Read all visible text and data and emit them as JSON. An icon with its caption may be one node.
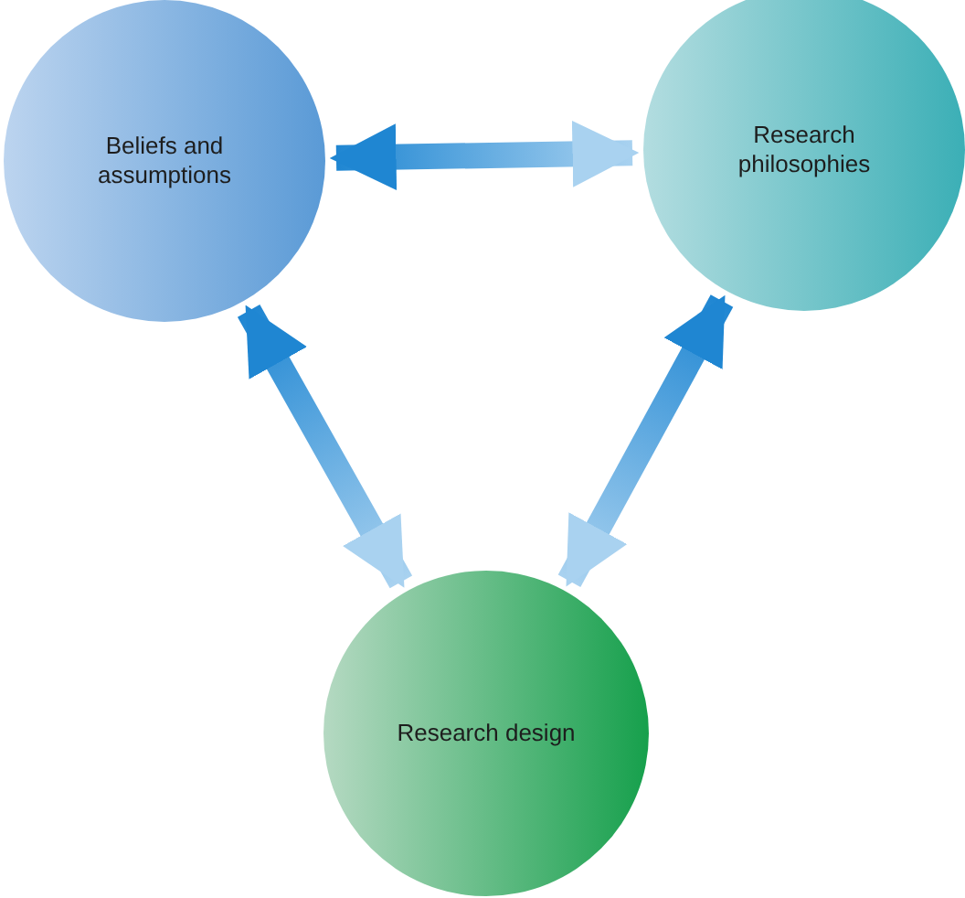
{
  "diagram": {
    "nodes": [
      {
        "text": [
          "Beliefs and assumptions"
        ]
      },
      {
        "text": [
          "Research philosophies"
        ]
      },
      {
        "text": [
          "Research design"
        ]
      }
    ],
    "edges": [
      {
        "from": 0,
        "to": 1,
        "arrow": "both"
      },
      {
        "from": 0,
        "to": 2,
        "arrow": "both"
      },
      {
        "from": 1,
        "to": 2,
        "arrow": "both"
      }
    ]
  }
}
